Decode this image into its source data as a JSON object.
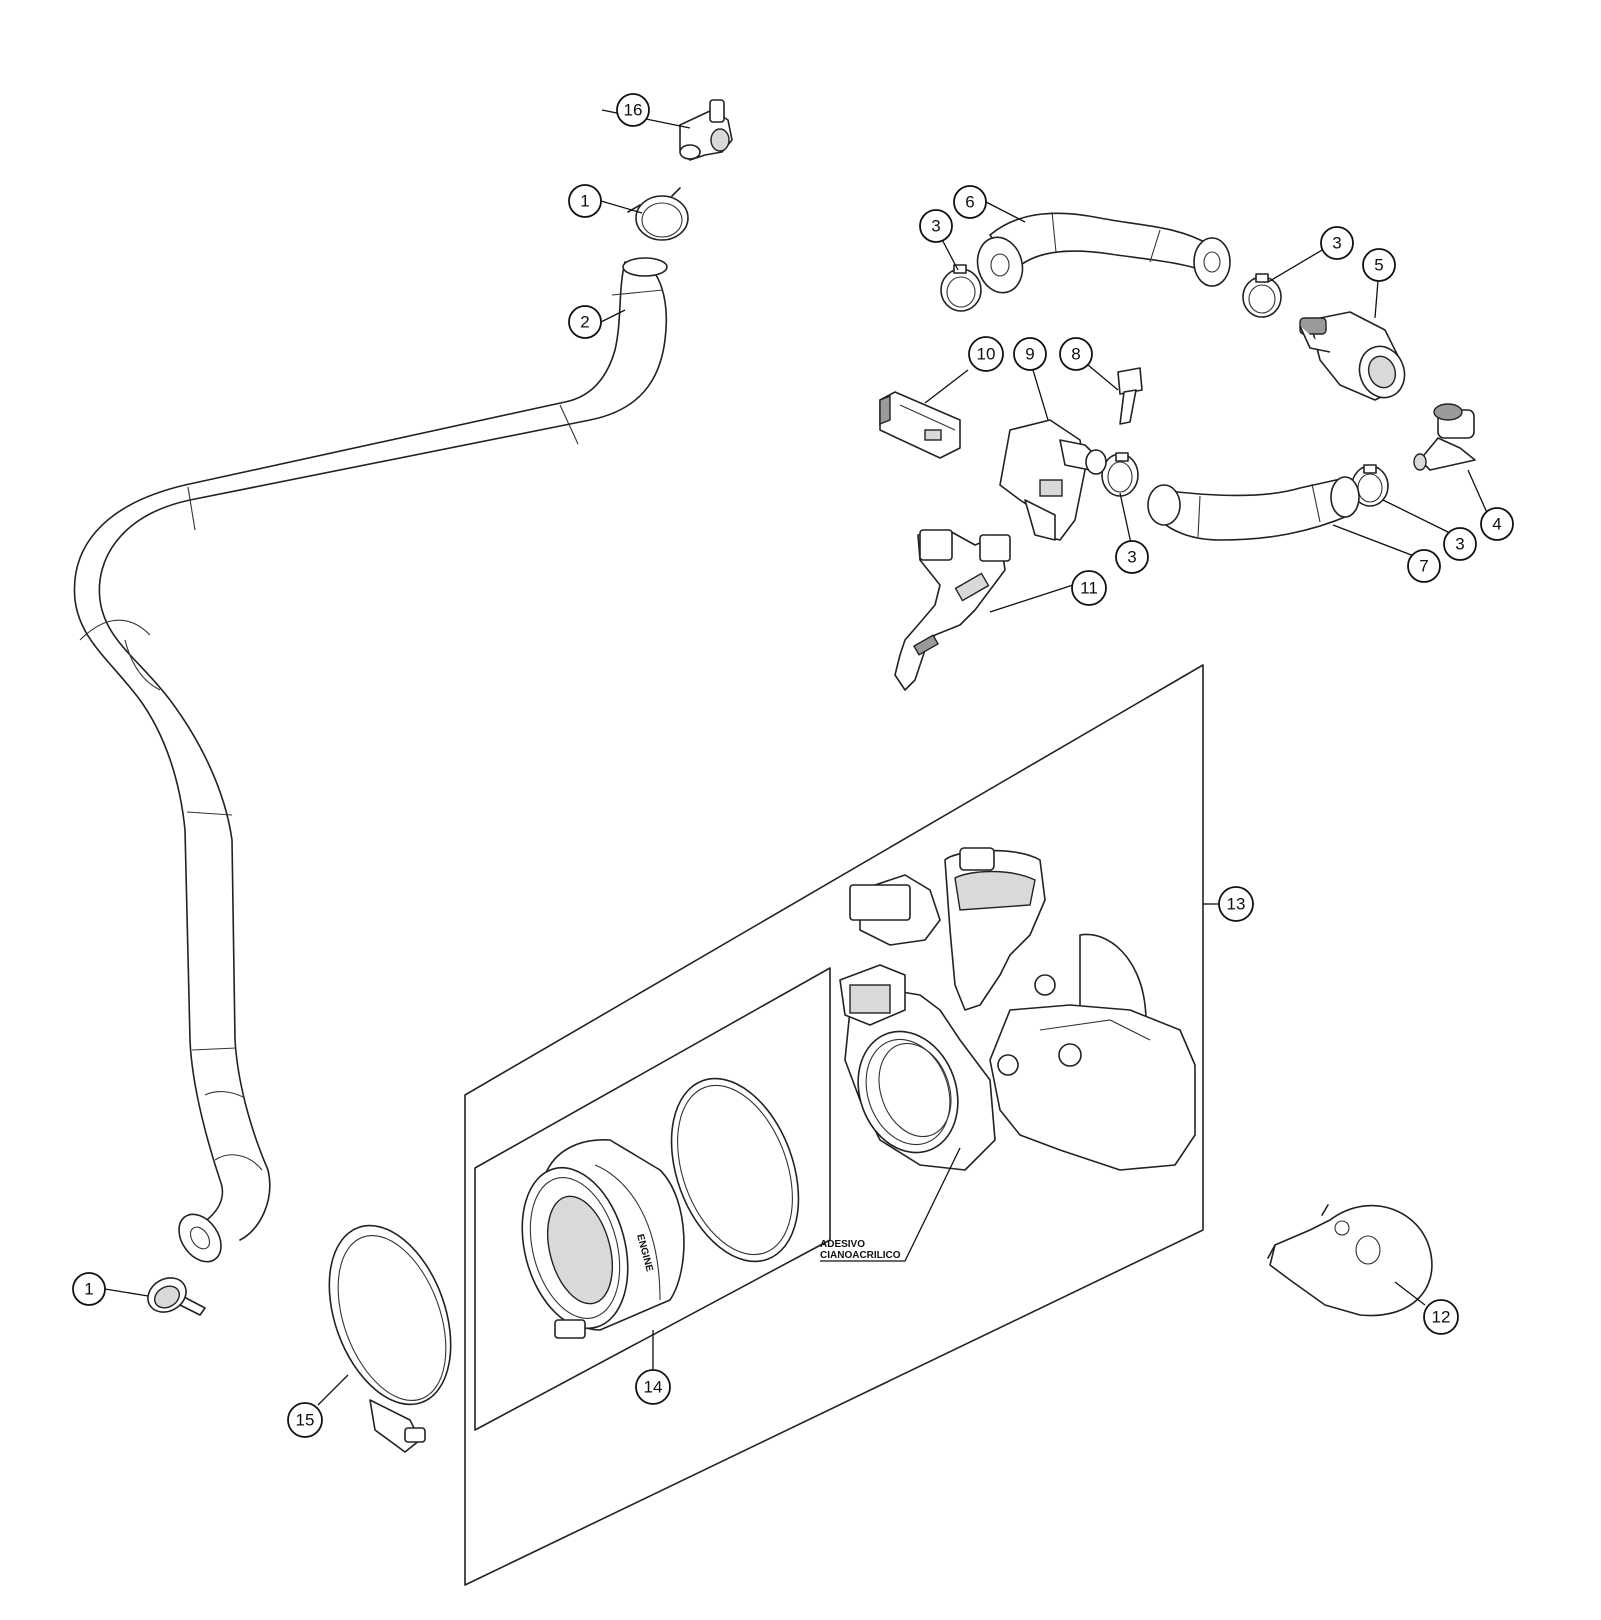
{
  "callouts": [
    {
      "id": "c16",
      "label": "16"
    },
    {
      "id": "c1a",
      "label": "1"
    },
    {
      "id": "c2",
      "label": "2"
    },
    {
      "id": "c1b",
      "label": "1"
    },
    {
      "id": "c6",
      "label": "6"
    },
    {
      "id": "c3a",
      "label": "3"
    },
    {
      "id": "c3b",
      "label": "3"
    },
    {
      "id": "c5",
      "label": "5"
    },
    {
      "id": "c10",
      "label": "10"
    },
    {
      "id": "c9",
      "label": "9"
    },
    {
      "id": "c8",
      "label": "8"
    },
    {
      "id": "c4",
      "label": "4"
    },
    {
      "id": "c3c",
      "label": "3"
    },
    {
      "id": "c3d",
      "label": "3"
    },
    {
      "id": "c7",
      "label": "7"
    },
    {
      "id": "c11",
      "label": "11"
    },
    {
      "id": "c13",
      "label": "13"
    },
    {
      "id": "c14",
      "label": "14"
    },
    {
      "id": "c15",
      "label": "15"
    },
    {
      "id": "c12",
      "label": "12"
    }
  ],
  "note": {
    "line1": "ADESIVO",
    "line2": "CIANOACRILICO"
  },
  "sleeve_text": "ENGINE"
}
